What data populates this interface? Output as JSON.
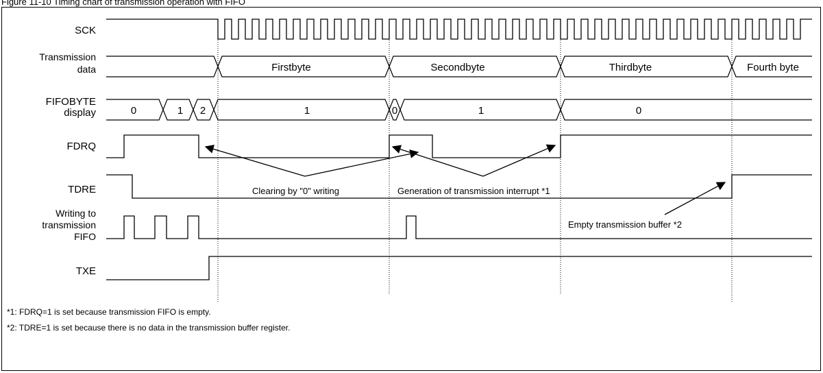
{
  "title": "Figure 11-10 Timing chart of transmission operation with FIFO",
  "signals": {
    "sck": [
      "SCK"
    ],
    "transmission_data": [
      "Transmission",
      "data"
    ],
    "fifobyte": [
      "FIFOBYTE",
      "display"
    ],
    "fdrq": [
      "FDRQ"
    ],
    "tdre": [
      "TDRE"
    ],
    "writing_fifo": [
      "Writing to",
      "transmission",
      "FIFO"
    ],
    "txe": [
      "TXE"
    ]
  },
  "data_bytes": [
    "Firstbyte",
    "Secondbyte",
    "Thirdbyte",
    "Fourth byte"
  ],
  "fifobyte_values": [
    "0",
    "1",
    "2",
    "1",
    "0",
    "1",
    "0"
  ],
  "annotations": {
    "clearing": "Clearing by \"0\" writing",
    "interrupt": "Generation of transmission interrupt *1",
    "empty_buffer": "Empty transmission buffer *2"
  },
  "notes": [
    "*1: FDRQ=1 is set because transmission FIFO is empty.",
    "*2: TDRE=1 is set because there is no data in the transmission buffer register."
  ]
}
